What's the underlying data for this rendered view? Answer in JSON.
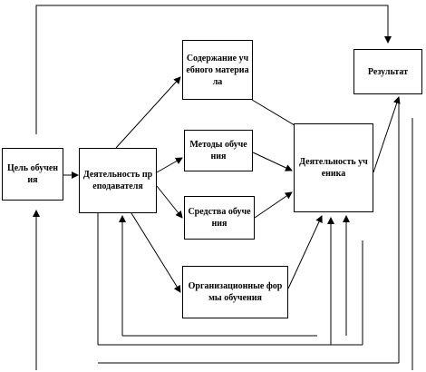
{
  "diagram": {
    "nodes": {
      "goal": "Цель обучения",
      "teacher": "Деятельность преподавателя",
      "content": "Содержание учебного материала",
      "methods": "Методы обучения",
      "means": "Средства обучения",
      "forms": "Организационные формы обучения",
      "student": "Деятельность ученика",
      "result": "Результат"
    },
    "edges": [
      [
        "goal",
        "teacher"
      ],
      [
        "teacher",
        "content"
      ],
      [
        "teacher",
        "methods"
      ],
      [
        "teacher",
        "means"
      ],
      [
        "teacher",
        "forms"
      ],
      [
        "content",
        "student"
      ],
      [
        "methods",
        "student"
      ],
      [
        "means",
        "student"
      ],
      [
        "forms",
        "student"
      ],
      [
        "student",
        "result"
      ],
      [
        "goal",
        "result"
      ]
    ],
    "line_color": "#000000"
  }
}
